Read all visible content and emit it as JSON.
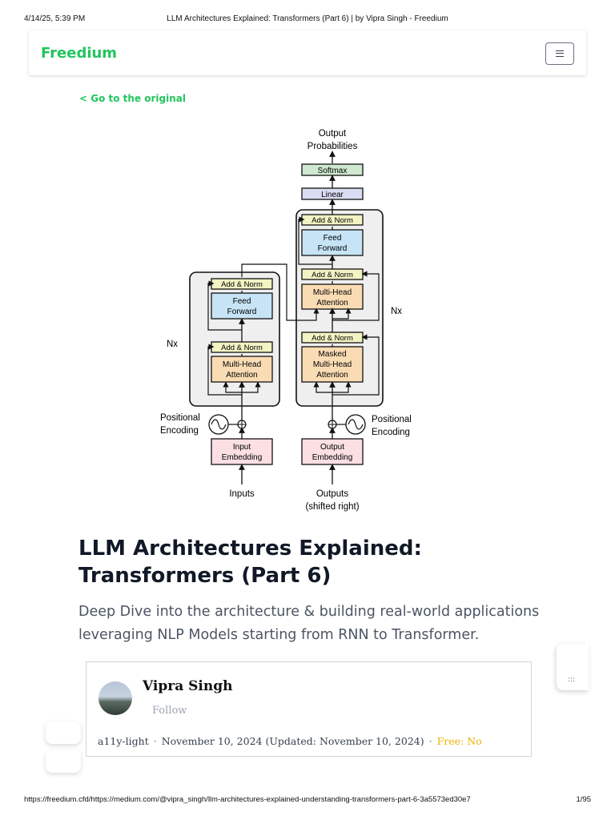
{
  "print_header": {
    "date": "4/14/25, 5:39 PM",
    "title": "LLM Architectures Explained: Transformers (Part 6) | by Vipra Singh - Freedium"
  },
  "header": {
    "brand": "Freedium",
    "menu_icon": "hamburger-icon"
  },
  "nav": {
    "original_link": "< Go to the original"
  },
  "diagram": {
    "output_probs_line1": "Output",
    "output_probs_line2": "Probabilities",
    "softmax": "Softmax",
    "linear": "Linear",
    "add_norm": "Add & Norm",
    "feed_line1": "Feed",
    "feed_line2": "Forward",
    "mha_line1": "Multi-Head",
    "mha_line2": "Attention",
    "masked_line1": "Masked",
    "masked_line2": "Multi-Head",
    "masked_line3": "Attention",
    "nx": "Nx",
    "pos_line1": "Positional",
    "pos_line2": "Encoding",
    "input_emb_line1": "Input",
    "input_emb_line2": "Embedding",
    "output_emb_line1": "Output",
    "output_emb_line2": "Embedding",
    "inputs": "Inputs",
    "outputs_line1": "Outputs",
    "outputs_line2": "(shifted right)",
    "colors": {
      "softmax": "#cfe8cf",
      "linear": "#d9dcf3",
      "add_norm": "#f3f3c4",
      "feed_forward": "#c6e4f6",
      "attention": "#fadcb4",
      "embedding": "#fbdfe3",
      "block_bg": "#efefef"
    }
  },
  "article": {
    "title": "LLM Architectures Explained: Transformers (Part 6)",
    "subtitle": "Deep Dive into the architecture & building real-world applications leveraging NLP Models starting from RNN to Transformer."
  },
  "author": {
    "name": "Vipra Singh",
    "follow": "Follow",
    "publication": "a11y-light",
    "date": "November 10, 2024 (Updated: November 10, 2024)",
    "free_label": "Free: No",
    "separator": "·"
  },
  "widget": {
    "dots": ":::"
  },
  "print_footer": {
    "url": "https://freedium.cfd/https://medium.com/@vipra_singh/llm-architectures-explained-understanding-transformers-part-6-3a5573ed30e7",
    "page": "1/95"
  }
}
